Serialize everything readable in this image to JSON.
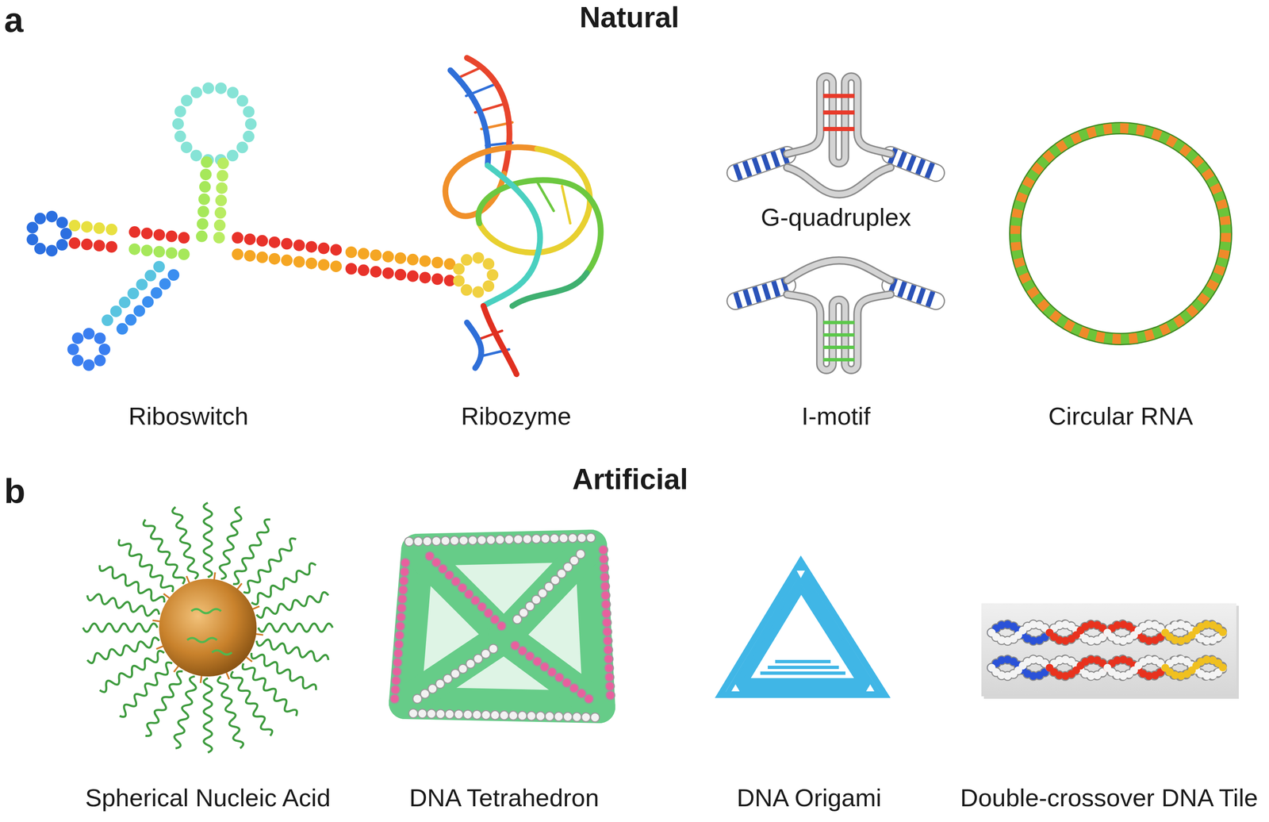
{
  "diagram": {
    "labels": [
      "a",
      "Natural",
      "Riboswitch",
      "Ribozyme",
      "G-quadruplex",
      "I-motif",
      "Circular RNA",
      "b",
      "Artificial",
      "Spherical Nucleic Acid",
      "DNA Tetrahedron",
      "DNA Origami",
      "Double-crossover DNA Tile"
    ]
  }
}
